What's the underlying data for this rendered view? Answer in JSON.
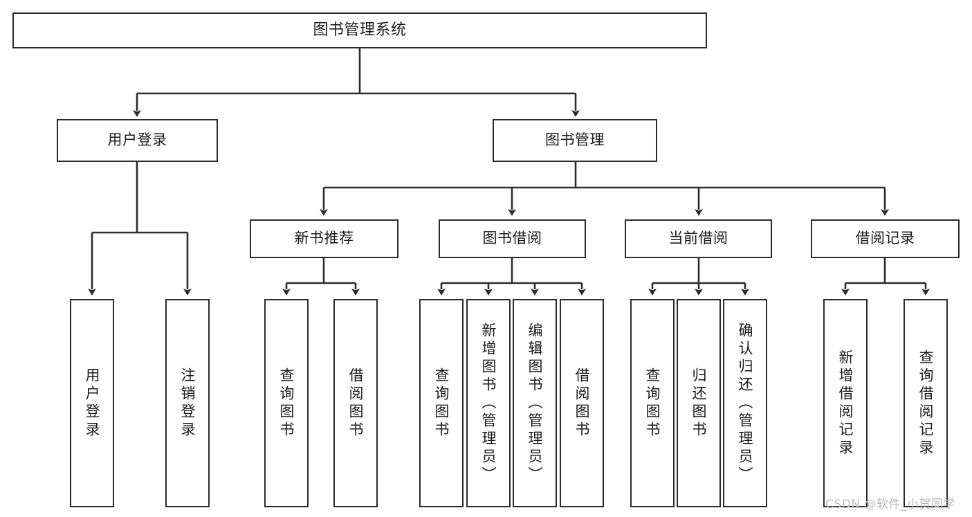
{
  "diagram": {
    "title": "图书管理系统",
    "type": "tree-hierarchy",
    "root": {
      "label": "图书管理系统"
    },
    "level2": [
      {
        "label": "用户登录"
      },
      {
        "label": "图书管理"
      }
    ],
    "level3": [
      {
        "label": "新书推荐"
      },
      {
        "label": "图书借阅"
      },
      {
        "label": "当前借阅"
      },
      {
        "label": "借阅记录"
      }
    ],
    "leaves_user_login": [
      {
        "label": "用户登录"
      },
      {
        "label": "注销登录"
      }
    ],
    "leaves_new_book": [
      {
        "label": "查询图书"
      },
      {
        "label": "借阅图书"
      }
    ],
    "leaves_borrow": [
      {
        "label": "查询图书"
      },
      {
        "label": "新增图书（管理员）"
      },
      {
        "label": "编辑图书（管理员）"
      },
      {
        "label": "借阅图书"
      }
    ],
    "leaves_current": [
      {
        "label": "查询图书"
      },
      {
        "label": "归还图书"
      },
      {
        "label": "确认归还（管理员）"
      }
    ],
    "leaves_records": [
      {
        "label": "新增借阅记录"
      },
      {
        "label": "查询借阅记录"
      }
    ]
  },
  "watermark": {
    "text": "CSDN @软件_小贺同学"
  },
  "colors": {
    "stroke": "#2b2b2b",
    "background": "#ffffff",
    "text": "#1a1a1a",
    "watermark": "#b9b9b9"
  }
}
